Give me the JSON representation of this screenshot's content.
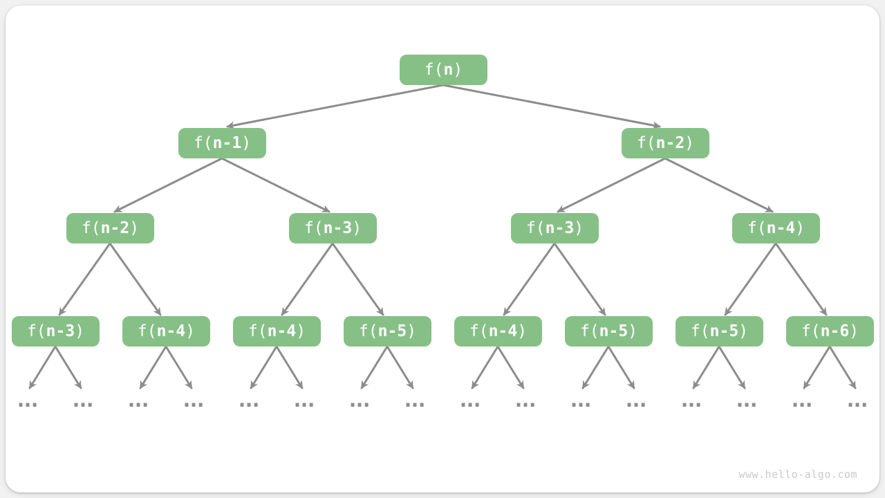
{
  "page": {
    "watermark": "www.hello-algo.com"
  },
  "colors": {
    "page_background": "#f1f1f1",
    "card_background": "#ffffff",
    "node_background": "#87c087",
    "node_text": "#ffffff",
    "edge": "#8c8c8c",
    "ellipsis": "#8c8c8c",
    "watermark_text": "#c9c9c9"
  },
  "tree": {
    "description": "recursion-tree",
    "ellipsis": "...",
    "levels": [
      {
        "nodes": [
          {
            "pre": "f(",
            "arg": "n",
            "suf": ")"
          }
        ]
      },
      {
        "nodes": [
          {
            "pre": "f(",
            "arg": "n-1",
            "suf": ")"
          },
          {
            "pre": "f(",
            "arg": "n-2",
            "suf": ")"
          }
        ]
      },
      {
        "nodes": [
          {
            "pre": "f(",
            "arg": "n-2",
            "suf": ")"
          },
          {
            "pre": "f(",
            "arg": "n-3",
            "suf": ")"
          },
          {
            "pre": "f(",
            "arg": "n-3",
            "suf": ")"
          },
          {
            "pre": "f(",
            "arg": "n-4",
            "suf": ")"
          }
        ]
      },
      {
        "nodes": [
          {
            "pre": "f(",
            "arg": "n-3",
            "suf": ")"
          },
          {
            "pre": "f(",
            "arg": "n-4",
            "suf": ")"
          },
          {
            "pre": "f(",
            "arg": "n-4",
            "suf": ")"
          },
          {
            "pre": "f(",
            "arg": "n-5",
            "suf": ")"
          },
          {
            "pre": "f(",
            "arg": "n-4",
            "suf": ")"
          },
          {
            "pre": "f(",
            "arg": "n-5",
            "suf": ")"
          },
          {
            "pre": "f(",
            "arg": "n-5",
            "suf": ")"
          },
          {
            "pre": "f(",
            "arg": "n-6",
            "suf": ")"
          }
        ]
      }
    ]
  }
}
